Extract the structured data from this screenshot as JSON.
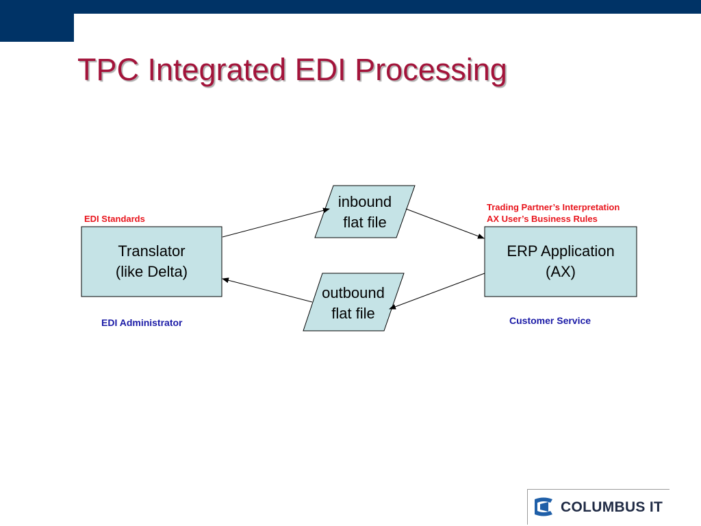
{
  "slide": {
    "title": "TPC Integrated EDI Processing"
  },
  "diagram": {
    "translator": {
      "line1": "Translator",
      "line2": "(like Delta)"
    },
    "erp": {
      "line1": "ERP Application",
      "line2": "(AX)"
    },
    "inbound": {
      "line1": "inbound",
      "line2": "flat file"
    },
    "outbound": {
      "line1": "outbound",
      "line2": "flat file"
    },
    "labels": {
      "edi_standards": "EDI Standards",
      "trading_partner": "Trading Partner’s Interpretation",
      "ax_rules": "AX User’s Business Rules",
      "edi_admin": "EDI Administrator",
      "customer_service": "Customer Service"
    }
  },
  "logo": {
    "text": "COLUMBUS IT"
  },
  "colors": {
    "title": "#a3133a",
    "box_fill": "#c5e3e6",
    "header_bar": "#003366",
    "red_label": "#e8141c",
    "blue_label": "#1a1aa6"
  }
}
